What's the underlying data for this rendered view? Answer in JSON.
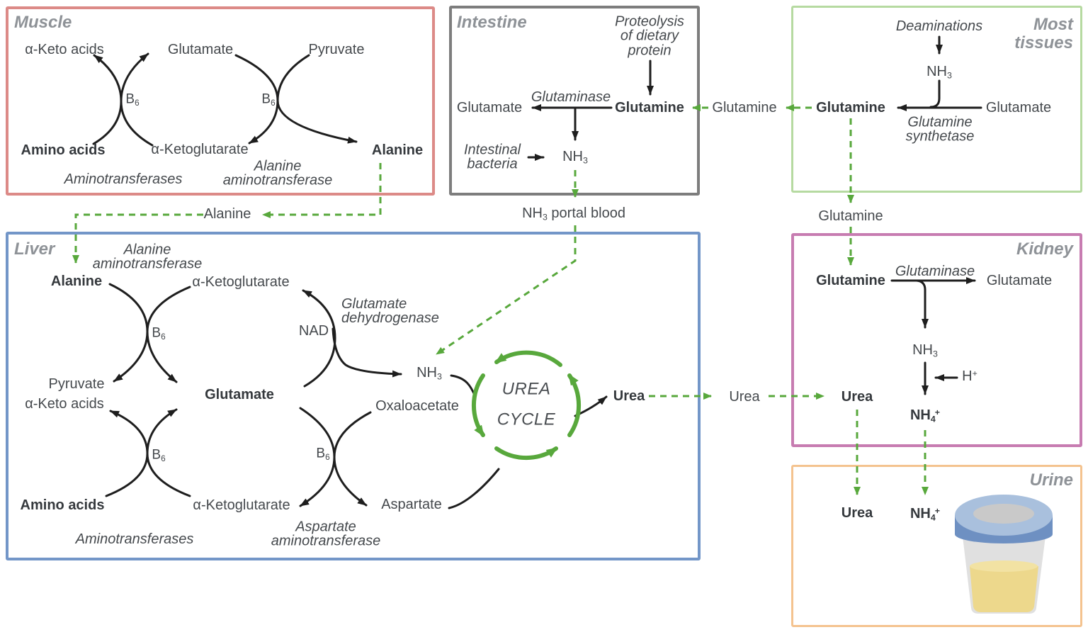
{
  "muscle": {
    "title": "Muscle",
    "alpha_keto_acids": "α-Keto acids",
    "glutamate": "Glutamate",
    "pyruvate": "Pyruvate",
    "amino_acids": "Amino acids",
    "alpha_ketoglutarate": "α-Ketoglutarate",
    "alanine": "Alanine",
    "aminotransferases": "Aminotransferases",
    "alanine_aminotransferase": "Alanine aminotransferase"
  },
  "intestine": {
    "title": "Intestine",
    "proteolysis": "Proteolysis of dietary protein",
    "glutaminase": "Glutaminase",
    "glutamate": "Glutamate",
    "glutamine": "Glutamine",
    "intestinal_bacteria": "Intestinal bacteria",
    "nh3": {
      "base": "NH",
      "sub": "3"
    }
  },
  "most_tissues": {
    "title": "Most tissues",
    "deaminations": "Deaminations",
    "nh3": {
      "base": "NH",
      "sub": "3"
    },
    "glutamine": "Glutamine",
    "glutamate": "Glutamate",
    "glutamine_synthetase": "Glutamine synthetase"
  },
  "liver": {
    "title": "Liver",
    "alanine_aminotransferase": "Alanine aminotransferase",
    "alanine": "Alanine",
    "alpha_ketoglutarate_top": "α-Ketoglutarate",
    "nad": "NAD",
    "glutamate_dehydrogenase": "Glutamate dehydrogenase",
    "pyruvate": "Pyruvate",
    "alpha_keto_acids": "α-Keto acids",
    "glutamate": "Glutamate",
    "amino_acids": "Amino acids",
    "alpha_ketoglutarate_bottom": "α-Ketoglutarate",
    "aminotransferases": "Aminotransferases",
    "oxaloacetate": "Oxaloacetate",
    "aspartate": "Aspartate",
    "aspartate_aminotransferase": "Aspartate aminotransferase",
    "nh3": {
      "base": "NH",
      "sub": "3"
    },
    "urea_cycle": "UREA CYCLE",
    "urea": "Urea"
  },
  "kidney": {
    "title": "Kidney",
    "glutamine": "Glutamine",
    "glutaminase": "Glutaminase",
    "glutamate": "Glutamate",
    "nh3": {
      "base": "NH",
      "sub": "3"
    },
    "h_plus": {
      "base": "H",
      "sup": "+"
    },
    "nh4": {
      "base": "NH",
      "sub": "4",
      "sup": "+"
    },
    "urea": "Urea"
  },
  "urine": {
    "title": "Urine",
    "urea": "Urea",
    "nh4": {
      "base": "NH",
      "sub": "4",
      "sup": "+"
    }
  },
  "connectors": {
    "alanine": "Alanine",
    "nh3_portal": {
      "base": "NH",
      "sub": "3",
      "rest": " portal blood"
    },
    "glutamine_mid": "Glutamine",
    "glutamine_down": "Glutamine",
    "urea": "Urea"
  },
  "symbols": {
    "b6": {
      "base": "B",
      "sub": "6"
    }
  },
  "colors": {
    "muscle_border": "#DC8A87",
    "intestine_border": "#7D7D7D",
    "most_tissues_border": "#B6DAA1",
    "liver_border": "#7396C8",
    "kidney_border": "#C77CB1",
    "urine_border": "#F4C38F",
    "flow_green": "#58A83C",
    "line_black": "#1E1E1E",
    "text": "#45494D",
    "title_gray": "#8E9297",
    "urine_liquid": "#EDD88C",
    "cup_lid": "#A9C0DD",
    "cup_band": "#6E90C2"
  }
}
